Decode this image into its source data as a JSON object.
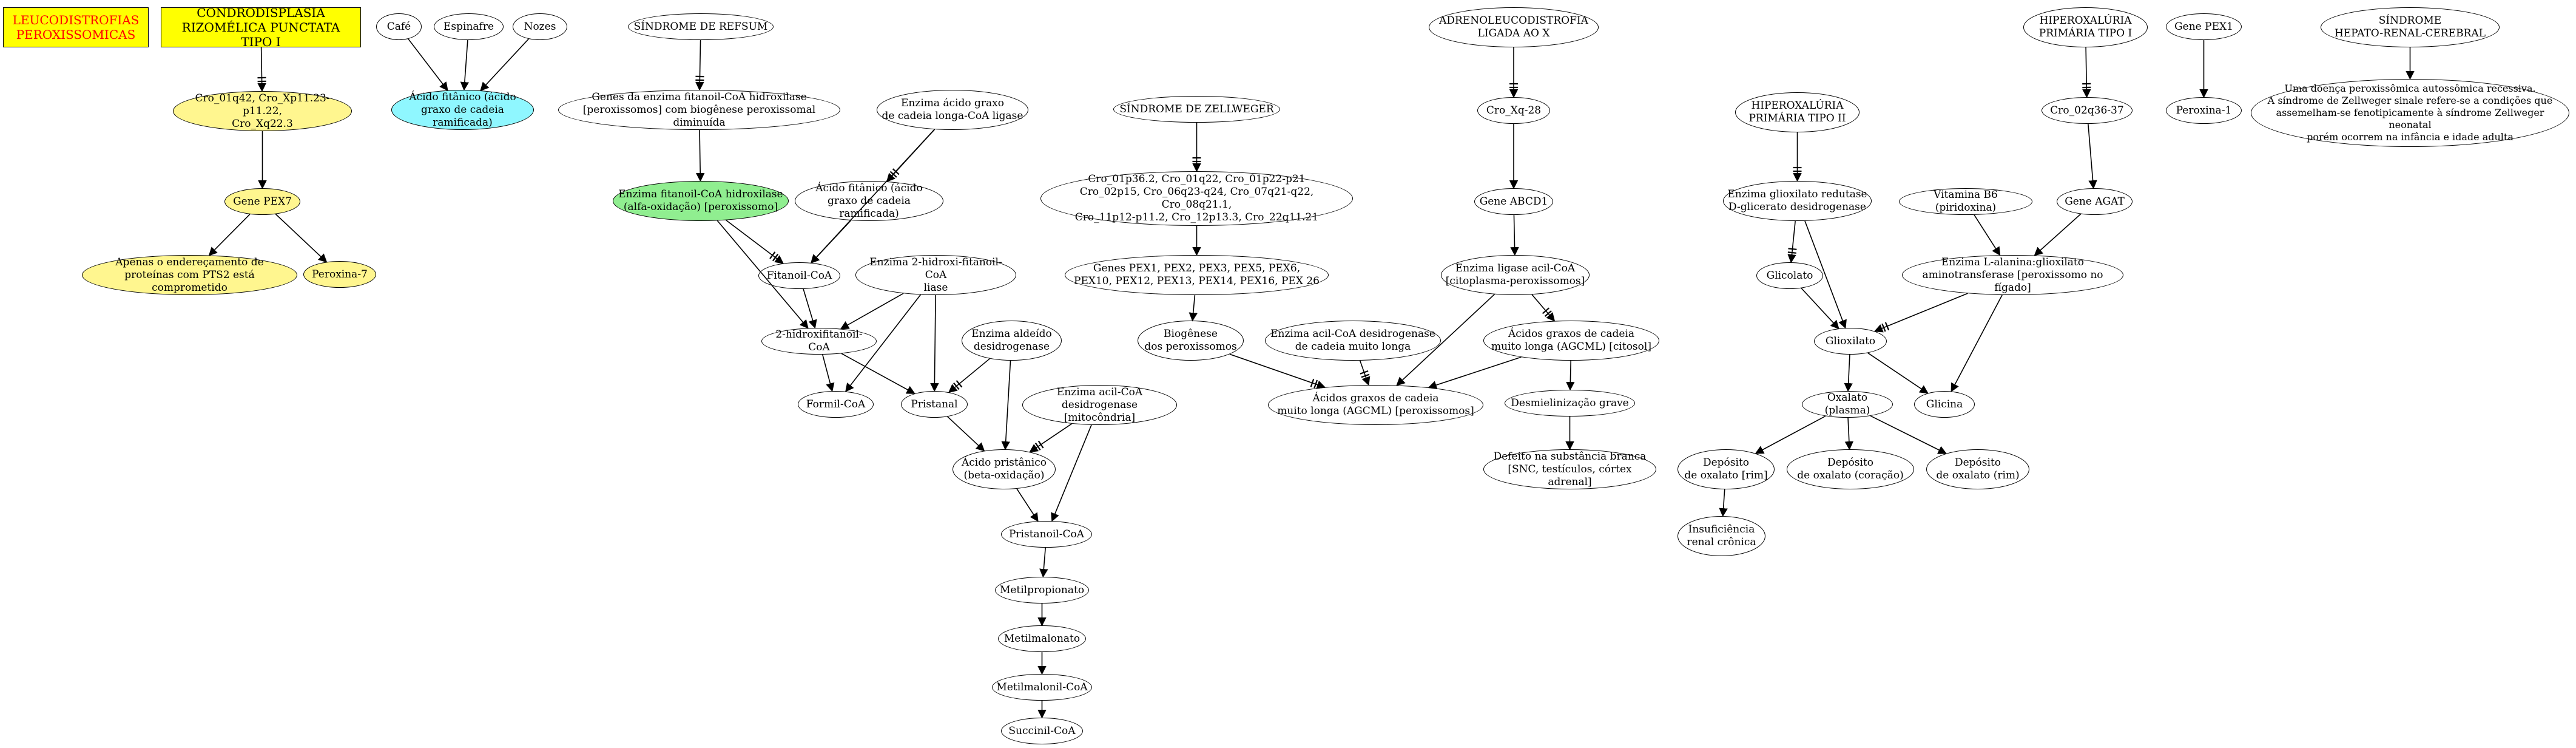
{
  "colors": {
    "title_fill": "#ffff00",
    "title_text": "#ff0000",
    "yellow": "#fff68f",
    "cyan": "#8ff7ff",
    "green": "#90ee90",
    "edge": "#000000"
  },
  "nodes": {
    "leuco": "LEUCODISTROFIAS\nPEROXISSOMICAS",
    "condro": "CONDRODISPLASIA\nRIZOMÉLICA PUNCTATA TIPO I",
    "crom_rcp": "Cro_01q42, Cro_Xp11.23-p11.22,\nCro_Xq22.3",
    "gene_pex7": "Gene PEX7",
    "pts2": "Apenas o endereçamento de\nproteínas com PTS2 está comprometido",
    "peroxina7": "Peroxina-7",
    "cafe": "Café",
    "espinafre": "Espinafre",
    "nozes": "Nozes",
    "acido_fitanico_main": "Ácido fitânico (ácido\ngraxo de cadeia ramificada)",
    "refsum": "SÍNDROME DE REFSUM",
    "genes_fitanoil": "Genes da enzima fitanoil-CoA hidroxilase\n[peroxissomos] com biogênese peroxissomal diminuída",
    "enz_fitanoil": "Enzima fitanoil-CoA hidroxilase\n(alfa-oxidação) [peroxissomo]",
    "enz_ligase_longa": "Enzima ácido graxo\nde cadeia longa-CoA ligase",
    "acido_fitanico2": "Ácido fitânico (ácido\ngraxo de cadeia ramificada)",
    "fitanoil_coa": "Fitanoil-CoA",
    "enz_2hidroxi": "Enzima 2-hidroxi-fitanoil-CoA\nliase",
    "hidroxifitanoil": "2-hidroxifitanoil-CoA",
    "enz_aldeido": "Enzima aldeído\ndesidrogenase",
    "formil": "Formil-CoA",
    "pristanal": "Pristanal",
    "enz_acil_mito": "Enzima acil-CoA\ndesidrogenase [mitocôndria]",
    "acido_pristanico": "Ácido pristânico\n(beta-oxidação)",
    "pristanoil": "Pristanoil-CoA",
    "metilpropionato": "Metilpropionato",
    "metilmalonato": "Metilmalonato",
    "metilmalonil": "Metilmalonil-CoA",
    "succinil": "Succinil-CoA",
    "zellweger": "SÍNDROME DE ZELLWEGER",
    "crom_zell": "Cro_01p36.2, Cro_01q22, Cro_01p22-p21\nCro_02p15, Cro_06q23-q24, Cro_07q21-q22, Cro_08q21.1,\nCro_11p12-p11.2, Cro_12p13.3, Cro_22q11.21",
    "genes_pex": "Genes PEX1, PEX2, PEX3, PEX5, PEX6,\nPEX10, PEX12, PEX13, PEX14, PEX16, PEX 26",
    "biogenese": "Biogênese\ndos peroxissomos",
    "enz_acil_longa": "Enzima acil-CoA desidrogenase\nde cadeia muito longa",
    "acidos_perox": "Ácidos graxos de cadeia\nmuito longa (AGCML) [peroxissomos]",
    "adreno": "ADRENOLEUCODISTROFIA\nLIGADA AO X",
    "crom_xq28": "Cro_Xq-28",
    "gene_abcd1": "Gene ABCD1",
    "enz_ligase_acil": "Enzima ligase acil-CoA\n[citoplasma-peroxissomos]",
    "acidos_citosol": "Ácidos graxos de cadeia\nmuito longa (AGCML) [citosol]",
    "desmielinizacao": "Desmielinização grave",
    "defeito": "Defeito na substância branca\n[SNC, testículos, córtex adrenal]",
    "hiper2": "HIPEROXALÚRIA\nPRIMÁRIA TIPO II",
    "enz_glioxilato_red": "Enzima glioxilato redutase\nD-glicerato desidrogenase",
    "glicolato": "Glicolato",
    "glioxilato": "Glioxilato",
    "vit_b6": "Vitamina B6 (piridoxina)",
    "gene_agat": "Gene AGAT",
    "enz_alanina": "Enzima L-alanina:glioxilato\naminotransferase [peroxissomo no fígado]",
    "oxalato": "Oxalato (plasma)",
    "glicina": "Glicina",
    "dep_rim": "Depósito\nde oxalato [rim]",
    "dep_coracao": "Depósito\nde oxalato (coração)",
    "dep_rim2": "Depósito\nde oxalato (rim)",
    "insuf": "Insuficiência\nrenal crônica",
    "hiper1": "HIPEROXALÚRIA\nPRIMÁRIA TIPO I",
    "crom_2q36": "Cro_02q36-37",
    "gene_pex1": "Gene PEX1",
    "peroxina1": "Peroxina-1",
    "hepato": "SÍNDROME\nHEPATO-RENAL-CEREBRAL",
    "hepato_desc": "Uma doença peroxissômica autossômica recessiva.\nA síndrome de Zellweger sinale refere-se a condições que\nassemelham-se fenotipicamente à síndrome Zellweger neonatal\nporém ocorrem na infância e idade adulta"
  }
}
